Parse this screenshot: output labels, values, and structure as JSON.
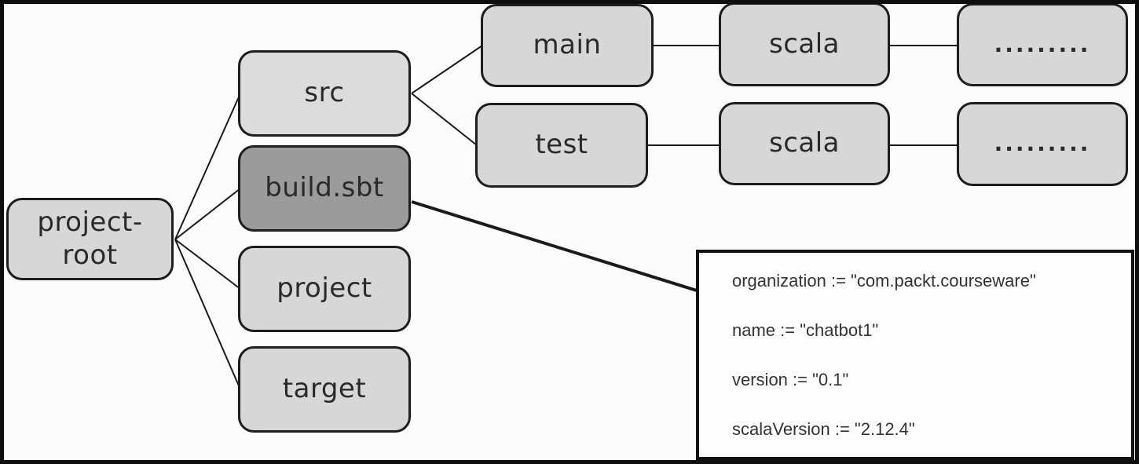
{
  "diagram": {
    "type": "tree",
    "description": "sbt project directory structure",
    "nodes": {
      "project_root": {
        "label": "project-root",
        "line1": "project-",
        "line2": "root"
      },
      "src": {
        "label": "src"
      },
      "build_sbt": {
        "label": "build.sbt"
      },
      "project": {
        "label": "project"
      },
      "target": {
        "label": "target"
      },
      "main": {
        "label": "main"
      },
      "test": {
        "label": "test"
      },
      "scala_main": {
        "label": "scala"
      },
      "scala_test": {
        "label": "scala"
      },
      "ellipsis_main": {
        "label": "........."
      },
      "ellipsis_test": {
        "label": "........."
      }
    },
    "edges": [
      "project-root → src",
      "project-root → build.sbt",
      "project-root → project",
      "project-root → target",
      "src → main",
      "src → test",
      "main → scala",
      "scala → .........",
      "test → scala",
      "scala → .........",
      "build.sbt → code-box"
    ],
    "code_box": {
      "lines": [
        "organization := \"com.packt.courseware\"",
        "name := \"chatbot1\"",
        "version := \"0.1\"",
        "scalaVersion := \"2.12.4\""
      ]
    },
    "colors": {
      "background": "#fcfcfc",
      "frame_border": "#0e0e0e",
      "node_fill": "#d7d7d7",
      "node_fill_highlight": "#9b9b9b",
      "node_border": "#1d1d1d",
      "connector": "#1b1b1b",
      "label_text": "#2a2a2a",
      "code_text": "#333333",
      "code_box_fill": "#fdfdfd"
    }
  }
}
